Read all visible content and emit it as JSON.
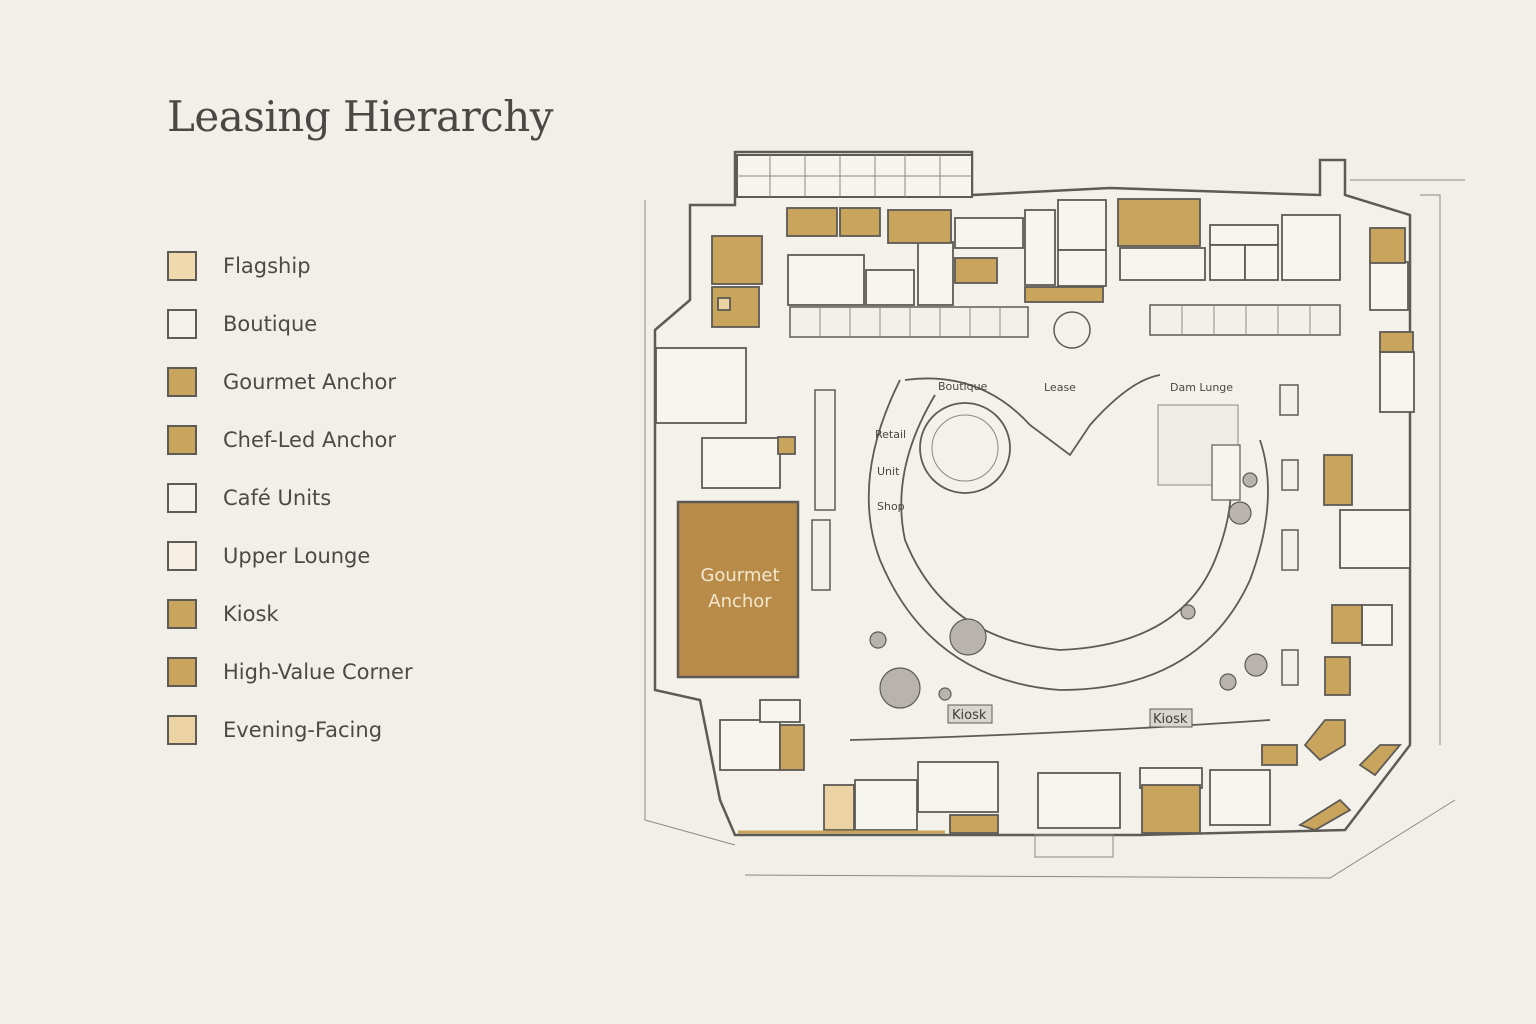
{
  "title": "Leasing Hierarchy",
  "colors": {
    "background": "#f2efe8",
    "ink": "#5e5a55",
    "gold": "#c9a45c",
    "gold_dark": "#b78a44",
    "light_gold": "#e8cf9e",
    "cream": "#f5efe2",
    "unit_fill": "#f6f4ef"
  },
  "legend": [
    {
      "label": "Flagship",
      "color": "#f0d9ad"
    },
    {
      "label": "Boutique",
      "color": "#f4f2ec"
    },
    {
      "label": "Gourmet Anchor",
      "color": "#c9a45c"
    },
    {
      "label": "Chef-Led Anchor",
      "color": "#c9a45c"
    },
    {
      "label": "Café Units",
      "color": "#f4f2ec"
    },
    {
      "label": "Upper Lounge",
      "color": "#f6efe2"
    },
    {
      "label": "Kiosk",
      "color": "#c9a45c"
    },
    {
      "label": "High-Value Corner",
      "color": "#caa35d"
    },
    {
      "label": "Evening-Facing",
      "color": "#ecd3a3"
    }
  ],
  "plan": {
    "anchor_label_line1": "Gourmet",
    "anchor_label_line2": "Anchor",
    "kiosk_left": "Kiosk",
    "kiosk_right": "Kiosk",
    "sign_top_left": "Boutique",
    "sign_top_mid": "Lease",
    "sign_top_right": "Dam Lunge",
    "sign_left_1": "Retail",
    "sign_left_2": "Unit",
    "sign_left_3": "Shop"
  }
}
